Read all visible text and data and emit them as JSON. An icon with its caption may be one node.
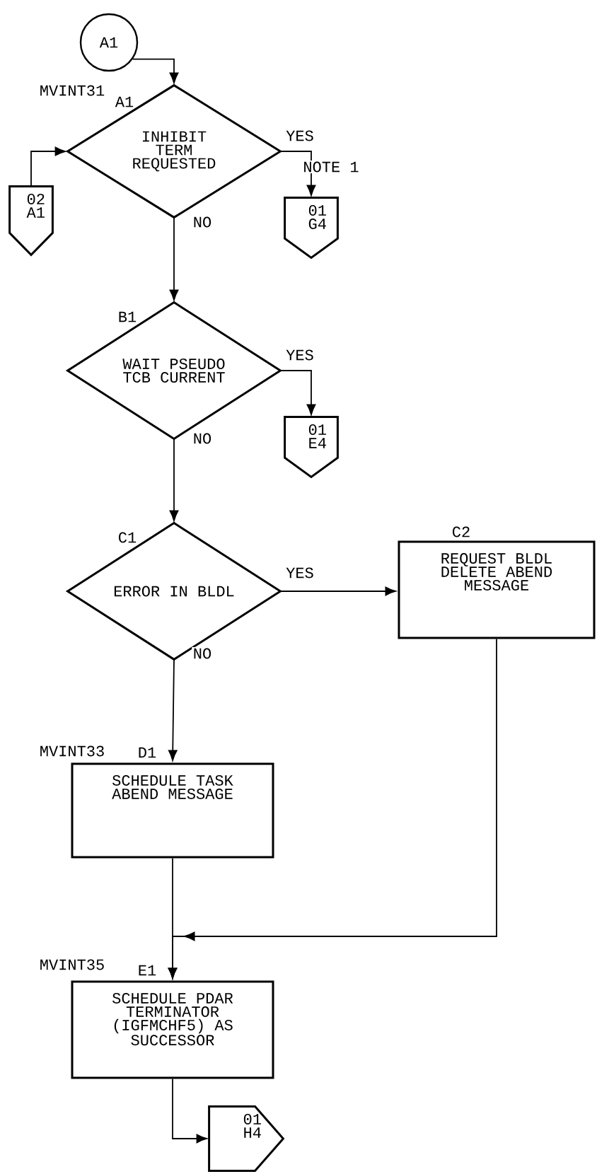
{
  "diagram": {
    "nodes": [
      {
        "text": [
          "A1"
        ]
      },
      {
        "text": [
          "INHIBIT TERM REQUESTED"
        ],
        "beside": [
          "MVINT31",
          "A1"
        ]
      },
      {
        "text": [
          "02 A1"
        ]
      },
      {
        "text": [
          "01 G4"
        ]
      },
      {
        "text": [
          "WAIT PSEUDO TCB CURRENT"
        ],
        "beside": [
          "B1"
        ]
      },
      {
        "text": [
          "01 E4"
        ]
      },
      {
        "text": [
          "ERROR IN BLDL"
        ],
        "beside": [
          "C1"
        ]
      },
      {
        "text": [
          "REQUEST BLDL DELETE ABEND MESSAGE"
        ],
        "beside": [
          "C2"
        ]
      },
      {
        "text": [
          "SCHEDULE TASK ABEND MESSAGE"
        ],
        "beside": [
          "MVINT33",
          "D1"
        ]
      },
      {
        "text": [
          "SCHEDULE PDAR TERMINATOR (IGFMCHF5) AS SUCCESSOR"
        ],
        "beside": [
          "MVINT35",
          "E1"
        ]
      },
      {
        "text": [
          "01 H4"
        ]
      }
    ],
    "edges": [
      {
        "from": 0,
        "to": 1,
        "arrow": "to"
      },
      {
        "from": 2,
        "to": 1,
        "arrow": "to"
      },
      {
        "from": 1,
        "to": 3,
        "arrow": "to",
        "label": "YES"
      },
      {
        "from": 1,
        "to": 4,
        "arrow": "to",
        "label": "NO"
      },
      {
        "from": 4,
        "to": 5,
        "arrow": "to",
        "label": "YES"
      },
      {
        "from": 4,
        "to": 6,
        "arrow": "to",
        "label": "NO"
      },
      {
        "from": 6,
        "to": 7,
        "arrow": "to",
        "label": "YES"
      },
      {
        "from": 6,
        "to": 8,
        "arrow": "to",
        "label": "NO"
      },
      {
        "from": 8,
        "to": 9,
        "arrow": "to"
      },
      {
        "from": 7,
        "to": 9,
        "arrow": "to"
      },
      {
        "from": 9,
        "to": 10,
        "arrow": "to"
      }
    ],
    "labels": [
      "NOTE 1"
    ]
  }
}
